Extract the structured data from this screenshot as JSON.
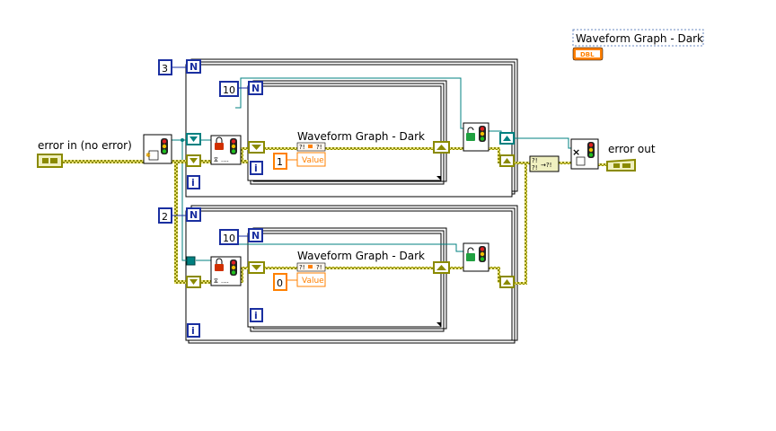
{
  "diagram": {
    "error_in_label": "error in (no error)",
    "error_out_label": "error out",
    "dbl_indicator": {
      "label": "Waveform Graph - Dark",
      "type_text": "DBL"
    },
    "outer_loop_top": {
      "count": "3",
      "n_terminal": "N",
      "i_terminal": "i",
      "inner_loop": {
        "count": "10",
        "n_terminal": "N",
        "i_terminal": "i",
        "property_node_label": "Waveform Graph - Dark",
        "property_name": "Value",
        "constant": "1"
      }
    },
    "outer_loop_bottom": {
      "count": "2",
      "n_terminal": "N",
      "i_terminal": "i",
      "inner_loop": {
        "count": "10",
        "n_terminal": "N",
        "i_terminal": "i",
        "property_node_label": "Waveform Graph - Dark",
        "property_name": "Value",
        "constant": "0"
      }
    },
    "merge_node_text": "?!→?!",
    "colors": {
      "error_wire": "#8a8a00",
      "error_wire_light": "#e8e070",
      "refnum_wire": "#008080",
      "int_blue": "#1a2fa0",
      "dbl_orange": "#ff8000",
      "cluster_yellow": "#f0f0c0"
    }
  }
}
